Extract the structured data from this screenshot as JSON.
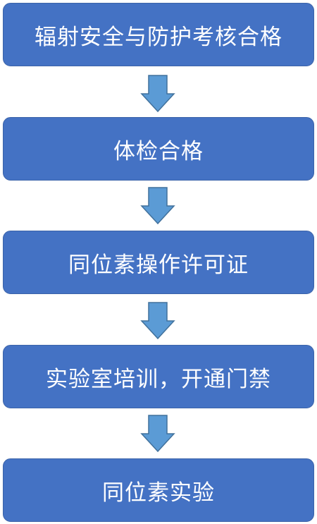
{
  "flowchart": {
    "steps": [
      {
        "label": "辐射安全与防护考核合格"
      },
      {
        "label": "体检合格"
      },
      {
        "label": "同位素操作许可证"
      },
      {
        "label": "实验室培训，开通门禁"
      },
      {
        "label": "同位素实验"
      }
    ],
    "arrow_icon": "down-arrow-icon",
    "colors": {
      "box_fill": "#4472c4",
      "box_border": "#3b63a9",
      "arrow_fill": "#5b9bd5",
      "arrow_stroke": "#41719c",
      "text": "#ffffff"
    }
  }
}
